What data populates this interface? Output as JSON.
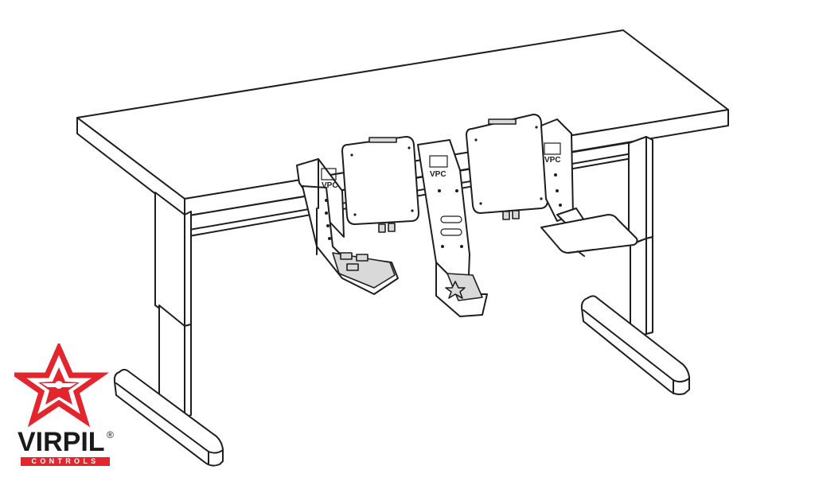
{
  "illustration": {
    "subject": "desk-with-mounted-pedals-and-throttle-brackets"
  },
  "brand": {
    "name": "VIRPIL",
    "registered": "®",
    "sub": "CONTROLS",
    "accent_color": "#e3262e",
    "text_color": "#1a1a1a",
    "mark_label": "VPC"
  }
}
